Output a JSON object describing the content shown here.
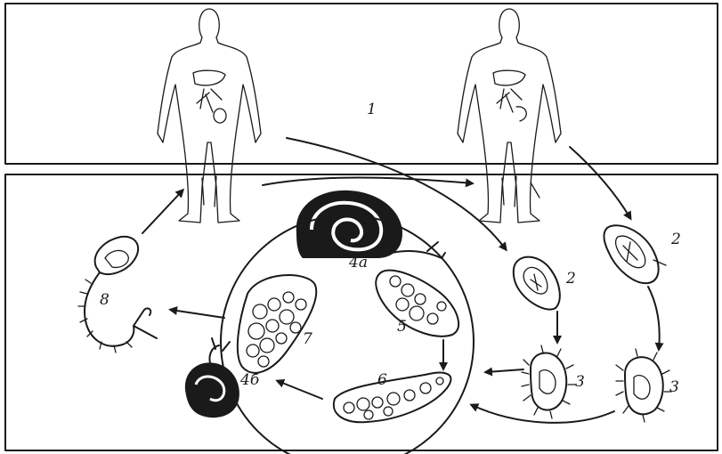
{
  "labels": {
    "stage_1": "1",
    "stage_2_left": "2",
    "stage_2_right": "2",
    "stage_3_left": "3",
    "stage_3_right": "3",
    "stage_4a": "4a",
    "stage_4b": "4б",
    "stage_5": "5",
    "stage_6": "6",
    "stage_7": "7",
    "stage_8": "8"
  }
}
